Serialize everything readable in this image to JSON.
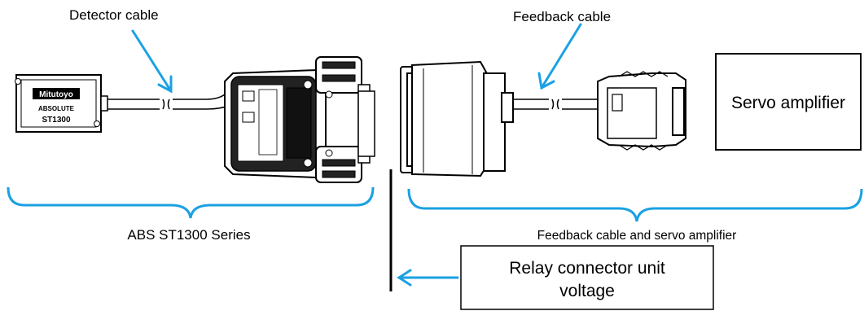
{
  "labels": {
    "detector_cable": "Detector cable",
    "feedback_cable": "Feedback cable",
    "abs_series": "ABS ST1300 Series",
    "feedback_and_servo": "Feedback cable and servo amplifier"
  },
  "servo_box": {
    "text": "Servo amplifier"
  },
  "relay_box": {
    "line1": "Relay connector unit",
    "line2": "voltage"
  },
  "device": {
    "brand": "Mitutoyo",
    "model_line1": "ABSOLUTE",
    "model_line2": "ST1300"
  },
  "colors": {
    "accent_blue": "#1ba1e2",
    "line": "#000000"
  },
  "icons": [
    "left-arrow-icon",
    "down-arrow-icon"
  ]
}
